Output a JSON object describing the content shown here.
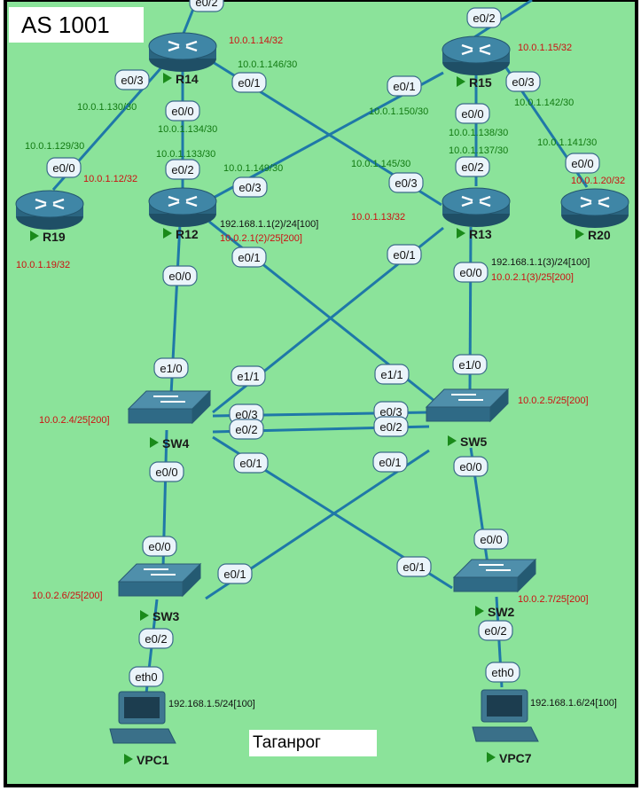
{
  "as_title": "AS 1001",
  "city": "Таганрог",
  "colors": {
    "background": "#8be39a",
    "frame": "#000000",
    "link": "#1f78a8",
    "router": "#2f6e8a",
    "switch": "#3d7893",
    "node_name": "#1a1a1a",
    "name_arrow": "#1a8a1a",
    "addr_green": "#117a11",
    "addr_red": "#cc1111",
    "addr_black": "#111111",
    "iface_fill": "#eaf4fa",
    "iface_border": "#3a6a8a"
  },
  "nodes": [
    {
      "id": "R14",
      "type": "router",
      "name": "R14"
    },
    {
      "id": "R15",
      "type": "router",
      "name": "R15"
    },
    {
      "id": "R19",
      "type": "router",
      "name": "R19"
    },
    {
      "id": "R12",
      "type": "router",
      "name": "R12"
    },
    {
      "id": "R13",
      "type": "router",
      "name": "R13"
    },
    {
      "id": "R20",
      "type": "router",
      "name": "R20"
    },
    {
      "id": "SW4",
      "type": "switch",
      "name": "SW4"
    },
    {
      "id": "SW5",
      "type": "switch",
      "name": "SW5"
    },
    {
      "id": "SW3",
      "type": "switch",
      "name": "SW3"
    },
    {
      "id": "SW2",
      "type": "switch",
      "name": "SW2"
    },
    {
      "id": "VPC1",
      "type": "pc",
      "name": "VPC1"
    },
    {
      "id": "VPC7",
      "type": "pc",
      "name": "VPC7"
    }
  ],
  "links": [
    {
      "a": "R14",
      "b": "top-left-exit",
      "a_if": "e0/2"
    },
    {
      "a": "R15",
      "b": "top-right-exit",
      "a_if": "e0/2"
    },
    {
      "a": "R14",
      "b": "R19",
      "a_if": "e0/3",
      "b_if": "e0/0",
      "a_ip": "10.0.1.130/30",
      "b_ip": "10.0.1.129/30"
    },
    {
      "a": "R14",
      "b": "R12",
      "a_if": "e0/0",
      "b_if": "e0/2",
      "a_ip": "10.0.1.134/30",
      "b_ip": "10.0.1.133/30"
    },
    {
      "a": "R14",
      "b": "R13",
      "a_if": "e0/1",
      "b_if": "e0/3",
      "a_ip": "10.0.1.146/30",
      "b_ip": "10.0.1.145/30"
    },
    {
      "a": "R15",
      "b": "R12",
      "a_if": "e0/1",
      "b_if": "e0/3",
      "a_ip": "10.0.1.150/30",
      "b_ip": "10.0.1.149/30"
    },
    {
      "a": "R15",
      "b": "R13",
      "a_if": "e0/0",
      "b_if": "e0/2",
      "a_ip": "10.0.1.138/30",
      "b_ip": "10.0.1.137/30"
    },
    {
      "a": "R15",
      "b": "R20",
      "a_if": "e0/3",
      "b_if": "e0/0",
      "a_ip": "10.0.1.142/30",
      "b_ip": "10.0.1.141/30"
    },
    {
      "a": "R12",
      "b": "SW4",
      "a_if": "e0/0",
      "b_if": "e1/0"
    },
    {
      "a": "R12",
      "b": "SW5",
      "a_if": "e0/1",
      "b_if": "e1/1"
    },
    {
      "a": "R13",
      "b": "SW4",
      "a_if": "e0/1",
      "b_if": "e1/1"
    },
    {
      "a": "R13",
      "b": "SW5",
      "a_if": "e0/0",
      "b_if": "e1/0"
    },
    {
      "a": "SW4",
      "b": "SW5",
      "a_if": "e0/3",
      "b_if": "e0/3"
    },
    {
      "a": "SW4",
      "b": "SW5",
      "a_if": "e0/2",
      "b_if": "e0/2"
    },
    {
      "a": "SW4",
      "b": "SW3",
      "a_if": "e0/0",
      "b_if": "e0/0"
    },
    {
      "a": "SW4",
      "b": "SW2",
      "a_if": "e0/1",
      "b_if": "e0/1"
    },
    {
      "a": "SW5",
      "b": "SW3",
      "a_if": "e0/1",
      "b_if": "e0/1"
    },
    {
      "a": "SW5",
      "b": "SW2",
      "a_if": "e0/0",
      "b_if": "e0/0"
    },
    {
      "a": "SW3",
      "b": "VPC1",
      "a_if": "e0/2",
      "b_if": "eth0"
    },
    {
      "a": "SW2",
      "b": "VPC7",
      "a_if": "e0/2",
      "b_if": "eth0"
    }
  ],
  "node_addresses": [
    {
      "node": "R14",
      "lines": [
        {
          "text": "10.0.1.14/32",
          "color": "red"
        }
      ]
    },
    {
      "node": "R15",
      "lines": [
        {
          "text": "10.0.1.15/32",
          "color": "red"
        }
      ]
    },
    {
      "node": "R19",
      "lines": [
        {
          "text": "10.0.1.12/32",
          "color": "red"
        },
        {
          "text": "10.0.1.19/32",
          "color": "red"
        }
      ]
    },
    {
      "node": "R12",
      "lines": [
        {
          "text": "192.168.1.1(2)/24[100]",
          "color": "black"
        },
        {
          "text": "10.0.2.1(2)/25[200]",
          "color": "red"
        }
      ]
    },
    {
      "node": "R13",
      "lines": [
        {
          "text": "10.0.1.13/32",
          "color": "red"
        },
        {
          "text": "192.168.1.1(3)/24[100]",
          "color": "black"
        },
        {
          "text": "10.0.2.1(3)/25[200]",
          "color": "red"
        }
      ]
    },
    {
      "node": "R20",
      "lines": [
        {
          "text": "10.0.1.20/32",
          "color": "red"
        }
      ]
    },
    {
      "node": "SW4",
      "lines": [
        {
          "text": "10.0.2.4/25[200]",
          "color": "red"
        }
      ]
    },
    {
      "node": "SW5",
      "lines": [
        {
          "text": "10.0.2.5/25[200]",
          "color": "red"
        }
      ]
    },
    {
      "node": "SW3",
      "lines": [
        {
          "text": "10.0.2.6/25[200]",
          "color": "red"
        }
      ]
    },
    {
      "node": "SW2",
      "lines": [
        {
          "text": "10.0.2.7/25[200]",
          "color": "red"
        }
      ]
    },
    {
      "node": "VPC1",
      "lines": [
        {
          "text": "192.168.1.5/24[100]",
          "color": "black"
        }
      ]
    },
    {
      "node": "VPC7",
      "lines": [
        {
          "text": "192.168.1.6/24[100]",
          "color": "black"
        }
      ]
    }
  ]
}
